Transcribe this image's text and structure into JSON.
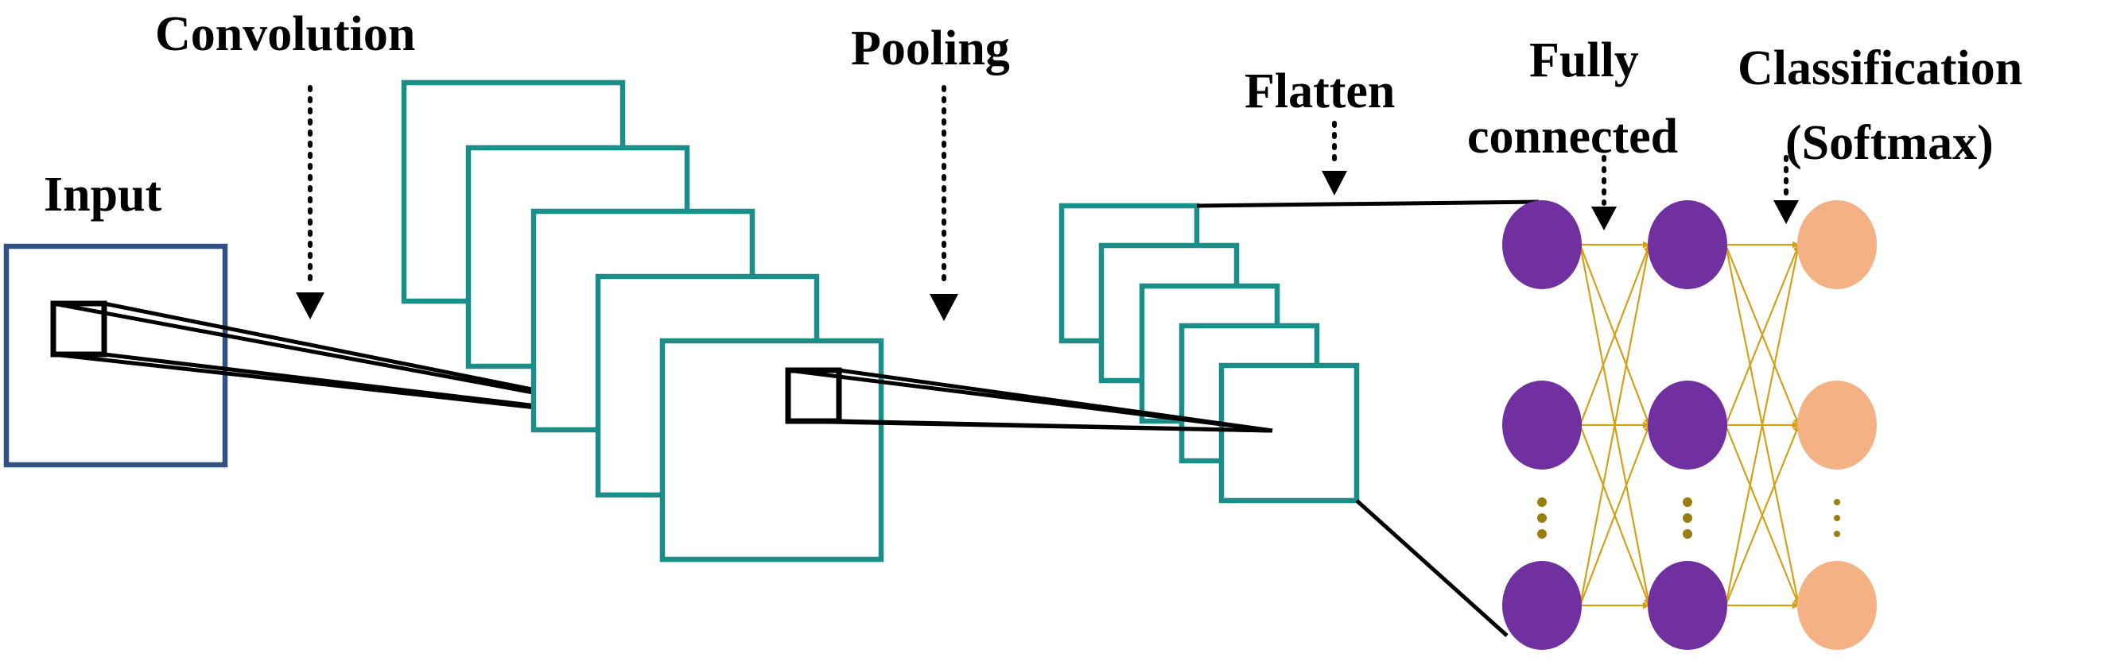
{
  "labels": {
    "input": "Input",
    "convolution": "Convolution",
    "pooling": "Pooling",
    "flatten": "Flatten",
    "fully_connected_line1": "Fully",
    "fully_connected_line2": "connected",
    "classification_line1": "Classification",
    "classification_line2": "(Softmax)"
  },
  "colors": {
    "input_frame": "#2f5183",
    "feature_map_frame": "#1a8f8a",
    "hidden_neuron": "#7030a0",
    "output_neuron": "#f4b183",
    "connection": "#d4a017",
    "ellipsis_dot": "#9a7d10",
    "outline": "#000000"
  },
  "layers": {
    "convolution_maps": 5,
    "pooling_maps": 5,
    "hidden_neurons_per_column": 3,
    "output_neurons": 3
  }
}
